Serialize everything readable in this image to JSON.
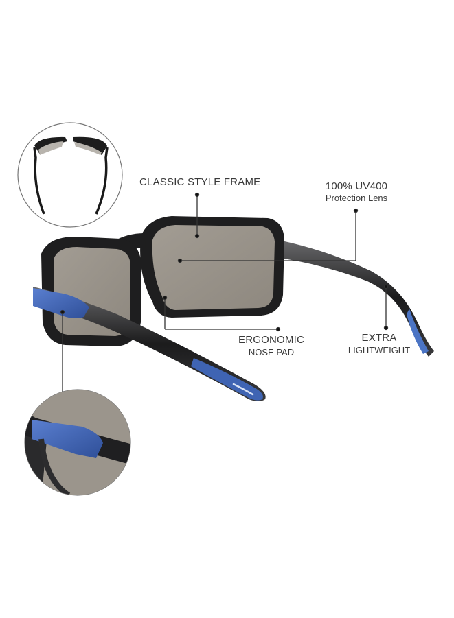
{
  "product": {
    "type": "sunglasses infographic",
    "colors": {
      "background": "#ffffff",
      "frame": "#1e1e1f",
      "lens": "#9a948c",
      "accent_blue": "#3f64b3",
      "callout_line": "#333333",
      "text": "#3a3a3a"
    }
  },
  "callouts": [
    {
      "id": "classic",
      "title": "CLASSIC STYLE FRAME",
      "subtitle": ""
    },
    {
      "id": "uv",
      "title": "100% UV400",
      "subtitle": "Protection Lens"
    },
    {
      "id": "nose",
      "title": "ERGONOMIC",
      "subtitle": "NOSE PAD"
    },
    {
      "id": "light",
      "title": "EXTRA",
      "subtitle": "LIGHTWEIGHT"
    }
  ],
  "insets": [
    {
      "id": "top-view",
      "description": "top-down view of frame"
    },
    {
      "id": "hinge-detail",
      "description": "close-up of blue hinge accent"
    }
  ]
}
